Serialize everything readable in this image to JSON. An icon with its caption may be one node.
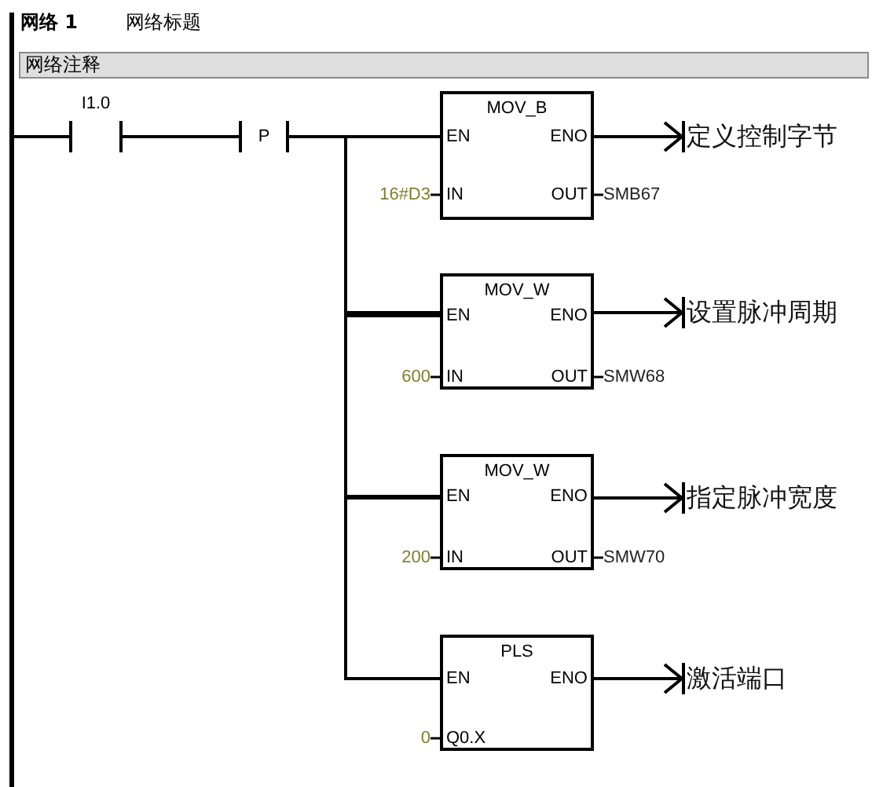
{
  "diagram": {
    "title": "网络 1",
    "nodes": [
      {
        "text": [
          "网络注释"
        ]
      },
      {
        "text": [],
        "shape": "bar"
      },
      {
        "text": [
          "I1.0"
        ]
      },
      {
        "text": [
          "P"
        ]
      },
      {
        "text": [
          "MOV_B",
          "EN",
          "ENO",
          "IN",
          "OUT"
        ],
        "beside": [
          "16#D3",
          "SMB67"
        ]
      },
      {
        "text": [
          "定义控制字节"
        ]
      },
      {
        "text": [
          "MOV_W",
          "EN",
          "ENO",
          "IN",
          "OUT"
        ],
        "beside": [
          "600",
          "SMW68"
        ]
      },
      {
        "text": [
          "设置脉冲周期"
        ]
      },
      {
        "text": [
          "MOV_W",
          "EN",
          "ENO",
          "IN",
          "OUT"
        ],
        "beside": [
          "200",
          "SMW70"
        ]
      },
      {
        "text": [
          "指定脉冲宽度"
        ]
      },
      {
        "text": [
          "PLS",
          "EN",
          "ENO",
          "Q0.X"
        ],
        "beside": [
          "0"
        ]
      },
      {
        "text": [
          "激活端口"
        ]
      }
    ],
    "edges": [
      {
        "from": 1,
        "to": 2,
        "arrow": "none"
      },
      {
        "from": 2,
        "to": 3,
        "arrow": "none"
      },
      {
        "from": 3,
        "to": 4,
        "arrow": "none"
      },
      {
        "from": 3,
        "to": 6,
        "arrow": "none"
      },
      {
        "from": 3,
        "to": 8,
        "arrow": "none"
      },
      {
        "from": 3,
        "to": 10,
        "arrow": "none"
      },
      {
        "from": 4,
        "to": 5,
        "arrow": "to"
      },
      {
        "from": 6,
        "to": 7,
        "arrow": "to"
      },
      {
        "from": 8,
        "to": 9,
        "arrow": "to"
      },
      {
        "from": 10,
        "to": 11,
        "arrow": "to"
      }
    ],
    "labels": [
      "网络标题"
    ]
  }
}
